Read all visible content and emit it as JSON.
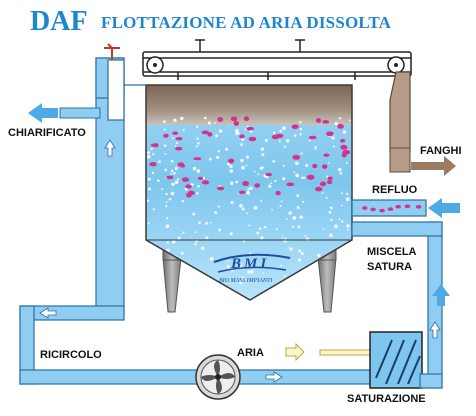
{
  "title": {
    "abbr": "DAF",
    "full": "FLOTTAZIONE AD ARIA DISSOLTA"
  },
  "labels": {
    "chiarificato": "CHIARIFICATO",
    "fanghi": "FANGHI",
    "refluo": "REFLUO",
    "miscela": "MISCELA",
    "satura": "SATURA",
    "ricircolo": "RICIRCOLO",
    "aria": "ARIA",
    "saturazione": "SATURAZIONE"
  },
  "logo": {
    "initials": "BMI",
    "company": "BIO MASS IMPIANTI"
  },
  "colors": {
    "pipe": "#8ec9f0",
    "pipe_stroke": "#2c6f9e",
    "water_top": "#8ad0f2",
    "water_bottom": "#d7f0ff",
    "sludge": "#8a7361",
    "leg": "#9a9a9a",
    "title": "#1e86cf",
    "flow_arrow": "#4ea9e6",
    "sludge_arrow": "#9b7b63",
    "particle": "#d2348d"
  },
  "icons": [
    "flow-arrow-icon",
    "pump-icon",
    "air-arrow-icon",
    "scraper-icon",
    "valve-icon"
  ]
}
